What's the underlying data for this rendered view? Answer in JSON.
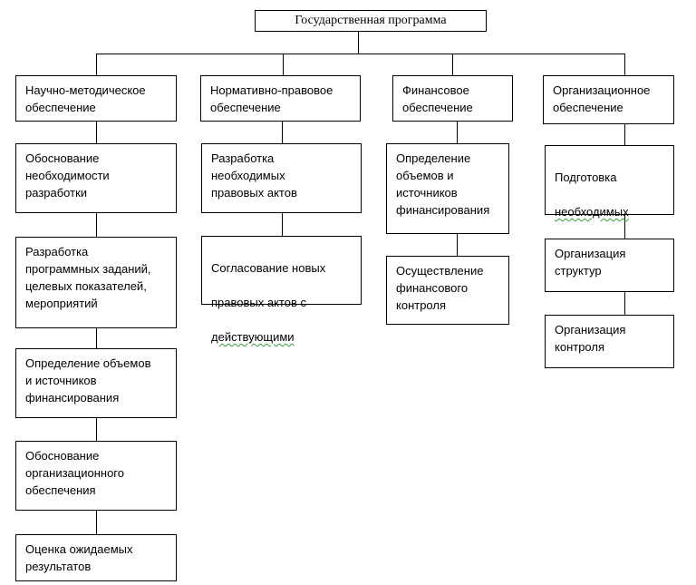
{
  "root": {
    "label": "Государственная программа"
  },
  "columns": [
    {
      "header": "Научно-методическое\nобеспечение",
      "items": [
        "Обоснование\nнеобходимости\nразработки",
        "Разработка\nпрограммных заданий,\nцелевых показателей,\nмероприятий",
        "Определение объемов\nи источников\nфинансирования",
        "Обоснование\nорганизационного\nобеспечения",
        "Оценка ожидаемых\nрезультатов"
      ]
    },
    {
      "header": "Нормативно-правовое\nобеспечение",
      "items": [
        "Разработка\nнеобходимых\nправовых актов",
        "Согласование новых\nправовых актов с\nдействующими"
      ]
    },
    {
      "header": "Финансовое\nобеспечение",
      "items": [
        "Определение\nобъемов и\nисточников\nфинансирования",
        "Осуществление\nфинансового\nконтроля"
      ]
    },
    {
      "header": "Организационное\nобеспечение",
      "items": [
        "Подготовка\nнеобходимых\nкадров",
        "Организация\nструктур",
        "Организация\nконтроля"
      ]
    }
  ],
  "colors": {
    "line": "#000000",
    "box_border": "#000000",
    "background": "#ffffff"
  }
}
